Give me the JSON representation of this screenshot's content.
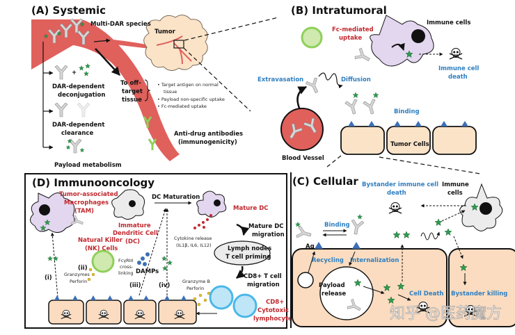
{
  "colors": {
    "blood": "#e0605c",
    "tumor_fill": "#fbe3c8",
    "cell_fill": "#fbdcc0",
    "immune_purple": "#e3d6ef",
    "immune_gray": "#ececec",
    "payload_green": "#2e9b4e",
    "antigen_blue": "#3d6fb5",
    "label_red": "#c0282d",
    "label_blue": "#2f7fc1",
    "nk_green": "#8fcf5a",
    "tcell_blue": "#49b7e8",
    "granule_yellow": "#e5c02c",
    "cytokine_red": "#c0282d",
    "damp_blue": "#3d6fb5"
  },
  "panel_a": {
    "title": "(A) Systemic",
    "multi_dar": "Multi-DAR species",
    "tumor": "Tumor",
    "deconj_1": "DAR-dependent",
    "deconj_2": "deconjugation",
    "clear_1": "DAR-dependent",
    "clear_2": "clearance",
    "metab": "Payload metabolism",
    "offtarget_1": "To off-",
    "offtarget_2": "target",
    "offtarget_3": "tissue",
    "bullets": [
      "Target antigen on normal",
      "tissue",
      "Payload non-specific uptake",
      "Fc-mediated uptake"
    ],
    "ada_1": "Anti-drug antibodies",
    "ada_2": "(immunogenicity)",
    "plus": "+"
  },
  "panel_b": {
    "title": "(B) Intratumoral",
    "fc_1": "Fc-mediated",
    "fc_2": "uptake",
    "immune_cells": "Immune cells",
    "icd_1": "Immune cell",
    "icd_2": "death",
    "extravasation": "Extravasation",
    "diffusion": "Diffusion",
    "binding": "Binding",
    "tumor_cells": "Tumor Cells",
    "blood_vessel": "Blood Vessel"
  },
  "panel_c": {
    "title": "(C) Cellular",
    "bystander_death_1": "Bystander immune cell",
    "bystander_death_2": "death",
    "immune_1": "Immune",
    "immune_2": "cells",
    "binding": "Binding",
    "ag": "Ag",
    "recycling": "Recycling",
    "internalization": "Internalization",
    "payload_1": "Payload",
    "payload_2": "release",
    "cell_death": "Cell Death",
    "bystander_killing": "Bystander killing"
  },
  "panel_d": {
    "title": "(D) Immunooncology",
    "tam_1": "Tumor-associated",
    "tam_2": "Macrophages",
    "tam_3": "(TAM)",
    "idc_1": "Immature",
    "idc_2": "Dendritic Cell",
    "idc_3": "(DC)",
    "dc_maturation": "DC Maturation",
    "mature_dc": "Mature DC",
    "cytokine_1": "Cytokine release",
    "cytokine_2": "(IL1β, IL6, IL12)",
    "mdc_mig_1": "Mature DC",
    "mdc_mig_2": "migration",
    "lymph_1": "Lymph nodes",
    "lymph_2": "T cell priming",
    "cd8_mig_1": "CD8+ T cell",
    "cd8_mig_2": "migration",
    "nk_1": "Natural Killer",
    "nk_2": "(NK) Cells",
    "fcr_1": "FcγRIII",
    "fcr_2": "cross-",
    "fcr_3": "linking",
    "damps": "DAMPs",
    "gran_1": "Granzymes",
    "gran_2": "Perforin",
    "granb_1": "Granzyme B",
    "granb_2": "Perforin",
    "ctl_1": "CD8+",
    "ctl_2": "Cytotoxic T",
    "ctl_3": "lymphocytes",
    "roman": [
      "(i)",
      "(ii)",
      "(iii)",
      "(iv)"
    ]
  },
  "watermark": "知乎 @医药魔方"
}
